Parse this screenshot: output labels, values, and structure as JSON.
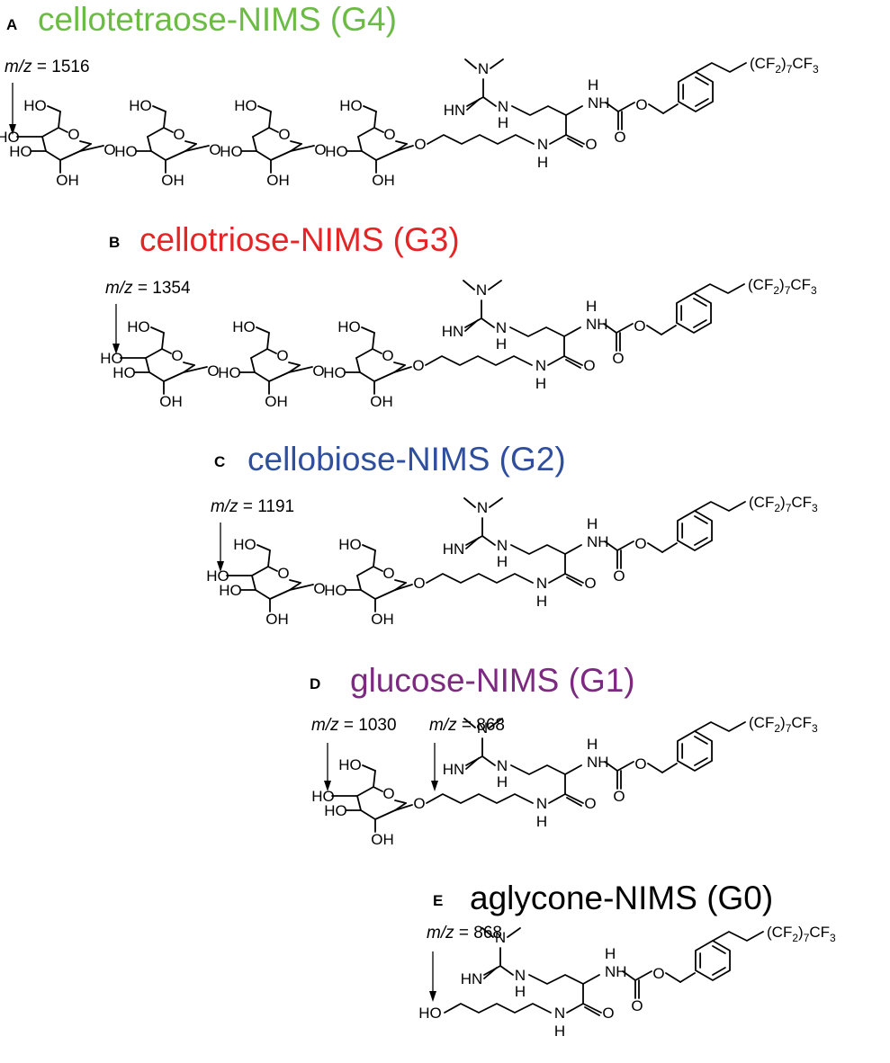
{
  "colors": {
    "panel_A": "#6cbb45",
    "panel_B": "#e52425",
    "panel_C": "#2f4f9e",
    "panel_D": "#7b2a80",
    "panel_E": "#000000"
  },
  "atom_labels": {
    "ho": "HO",
    "oh": "OH",
    "o": "O",
    "n": "N",
    "h": "H",
    "hn": "HN",
    "hn_imine": "HN",
    "nh": "NH",
    "cf2": "(CF",
    "sub2": "2",
    "sub7": ")",
    "seven": "7",
    "cf3": "CF",
    "sub3": "3"
  },
  "panels": [
    {
      "letter": "A",
      "title": "cellotetraose-NIMS (G4)",
      "mz_italic": "m/z",
      "mz_eq": " = ",
      "mz_values": [
        "1516"
      ],
      "sugar_units": 4
    },
    {
      "letter": "B",
      "title": "cellotriose-NIMS (G3)",
      "mz_italic": "m/z",
      "mz_eq": " = ",
      "mz_values": [
        "1354"
      ],
      "sugar_units": 3
    },
    {
      "letter": "C",
      "title": "cellobiose-NIMS (G2)",
      "mz_italic": "m/z",
      "mz_eq": " = ",
      "mz_values": [
        "1191"
      ],
      "sugar_units": 2
    },
    {
      "letter": "D",
      "title": "glucose-NIMS (G1)",
      "mz_italic": "m/z",
      "mz_eq": " = ",
      "mz_values": [
        "1030",
        "868"
      ],
      "sugar_units": 1
    },
    {
      "letter": "E",
      "title": "aglycone-NIMS (G0)",
      "mz_italic": "m/z",
      "mz_eq": " = ",
      "mz_values": [
        "868"
      ],
      "sugar_units": 0
    }
  ]
}
